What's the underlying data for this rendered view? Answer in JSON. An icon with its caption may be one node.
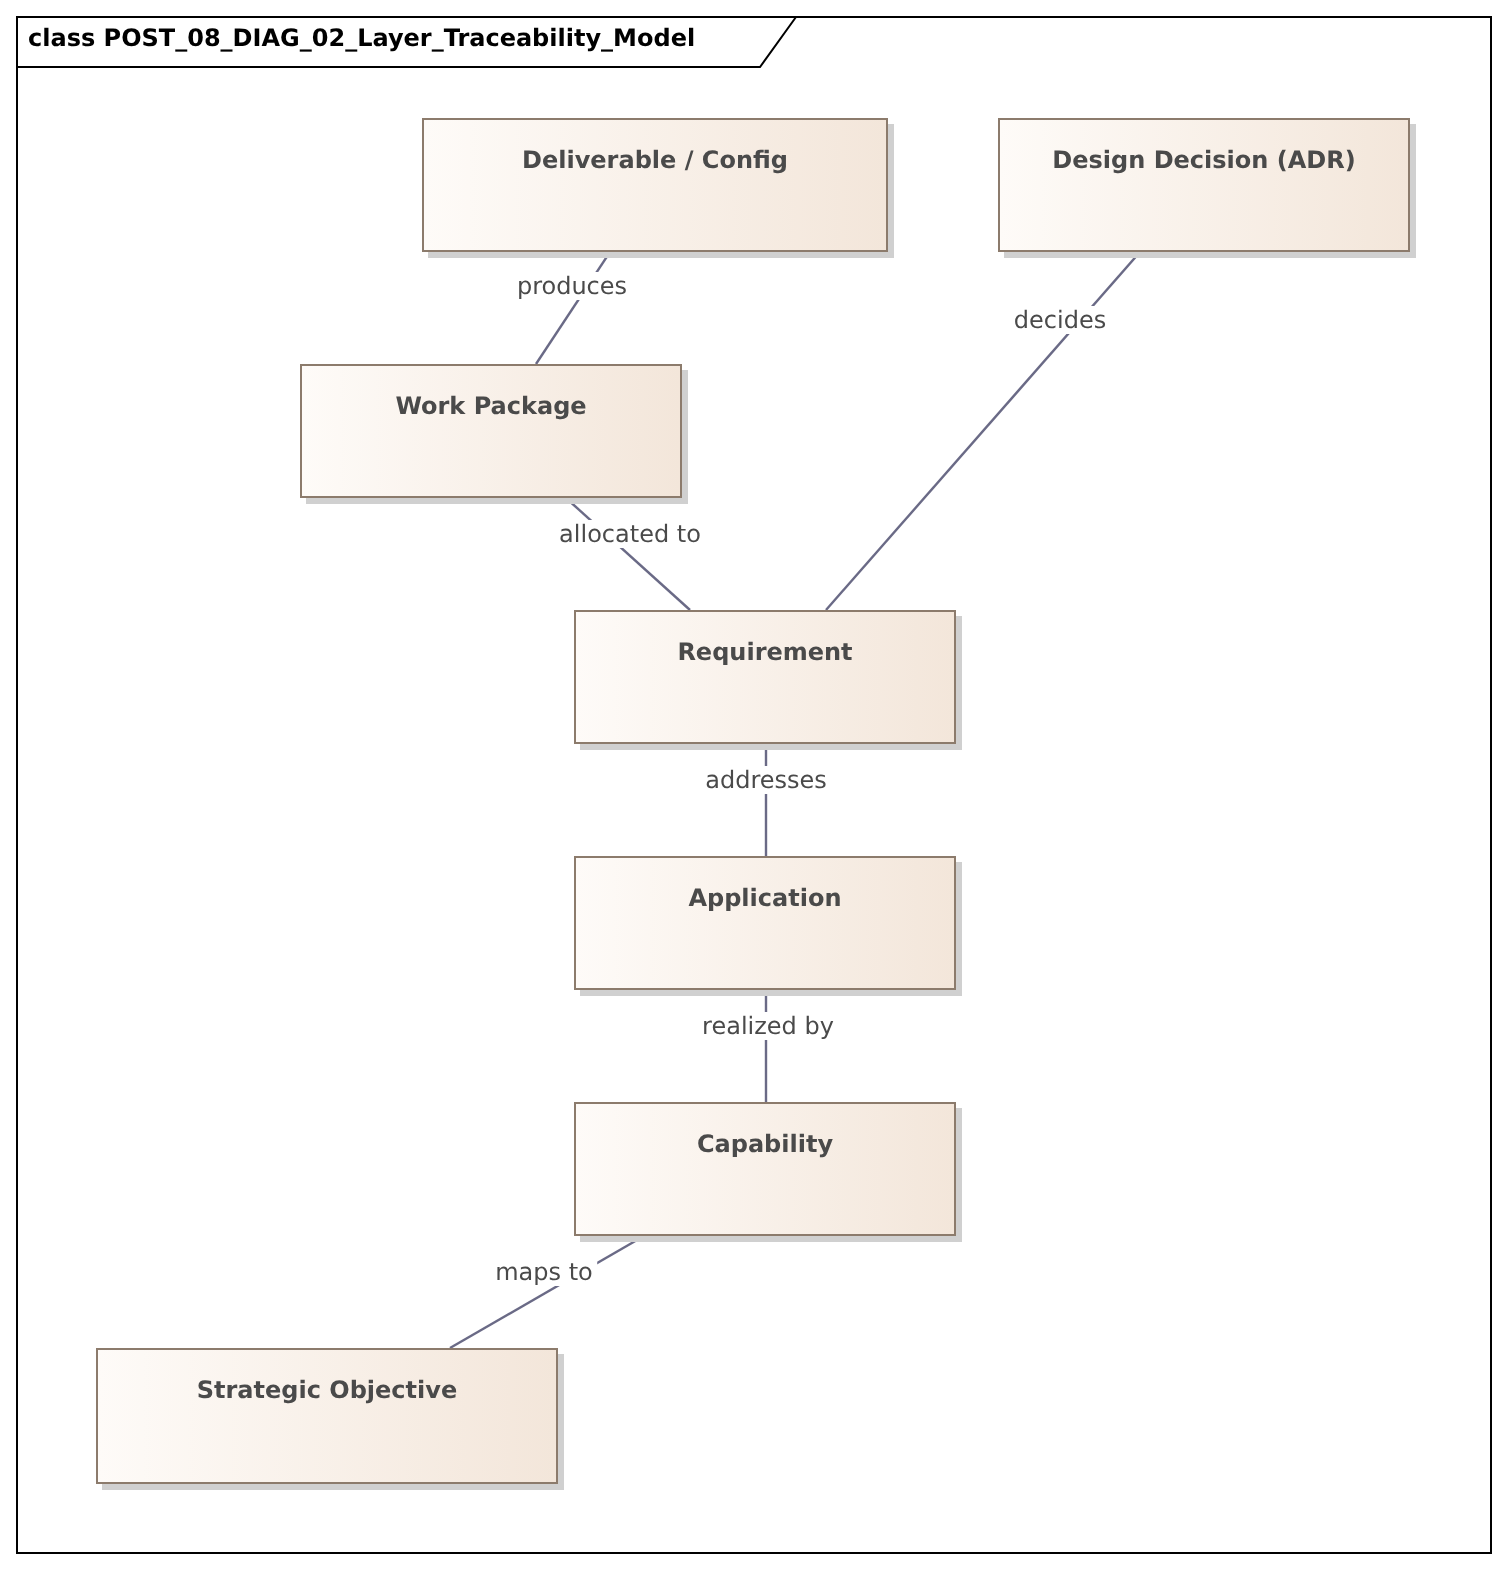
{
  "diagram": {
    "title": "class POST_08_DIAG_02_Layer_Traceability_Model",
    "nodes": [
      {
        "text": [
          "Deliverable / Config"
        ]
      },
      {
        "text": [
          "Design Decision (ADR)"
        ]
      },
      {
        "text": [
          "Work Package"
        ]
      },
      {
        "text": [
          "Requirement"
        ]
      },
      {
        "text": [
          "Application"
        ]
      },
      {
        "text": [
          "Capability"
        ]
      },
      {
        "text": [
          "Strategic Objective"
        ]
      }
    ],
    "edges": [
      {
        "from": 0,
        "to": 2,
        "arrow": "none",
        "label": "produces"
      },
      {
        "from": 1,
        "to": 3,
        "arrow": "none",
        "label": "decides"
      },
      {
        "from": 2,
        "to": 3,
        "arrow": "none",
        "label": "allocated to"
      },
      {
        "from": 3,
        "to": 4,
        "arrow": "none",
        "label": "addresses"
      },
      {
        "from": 4,
        "to": 5,
        "arrow": "none",
        "label": "realized by"
      },
      {
        "from": 5,
        "to": 6,
        "arrow": "none",
        "label": "maps to"
      }
    ]
  }
}
